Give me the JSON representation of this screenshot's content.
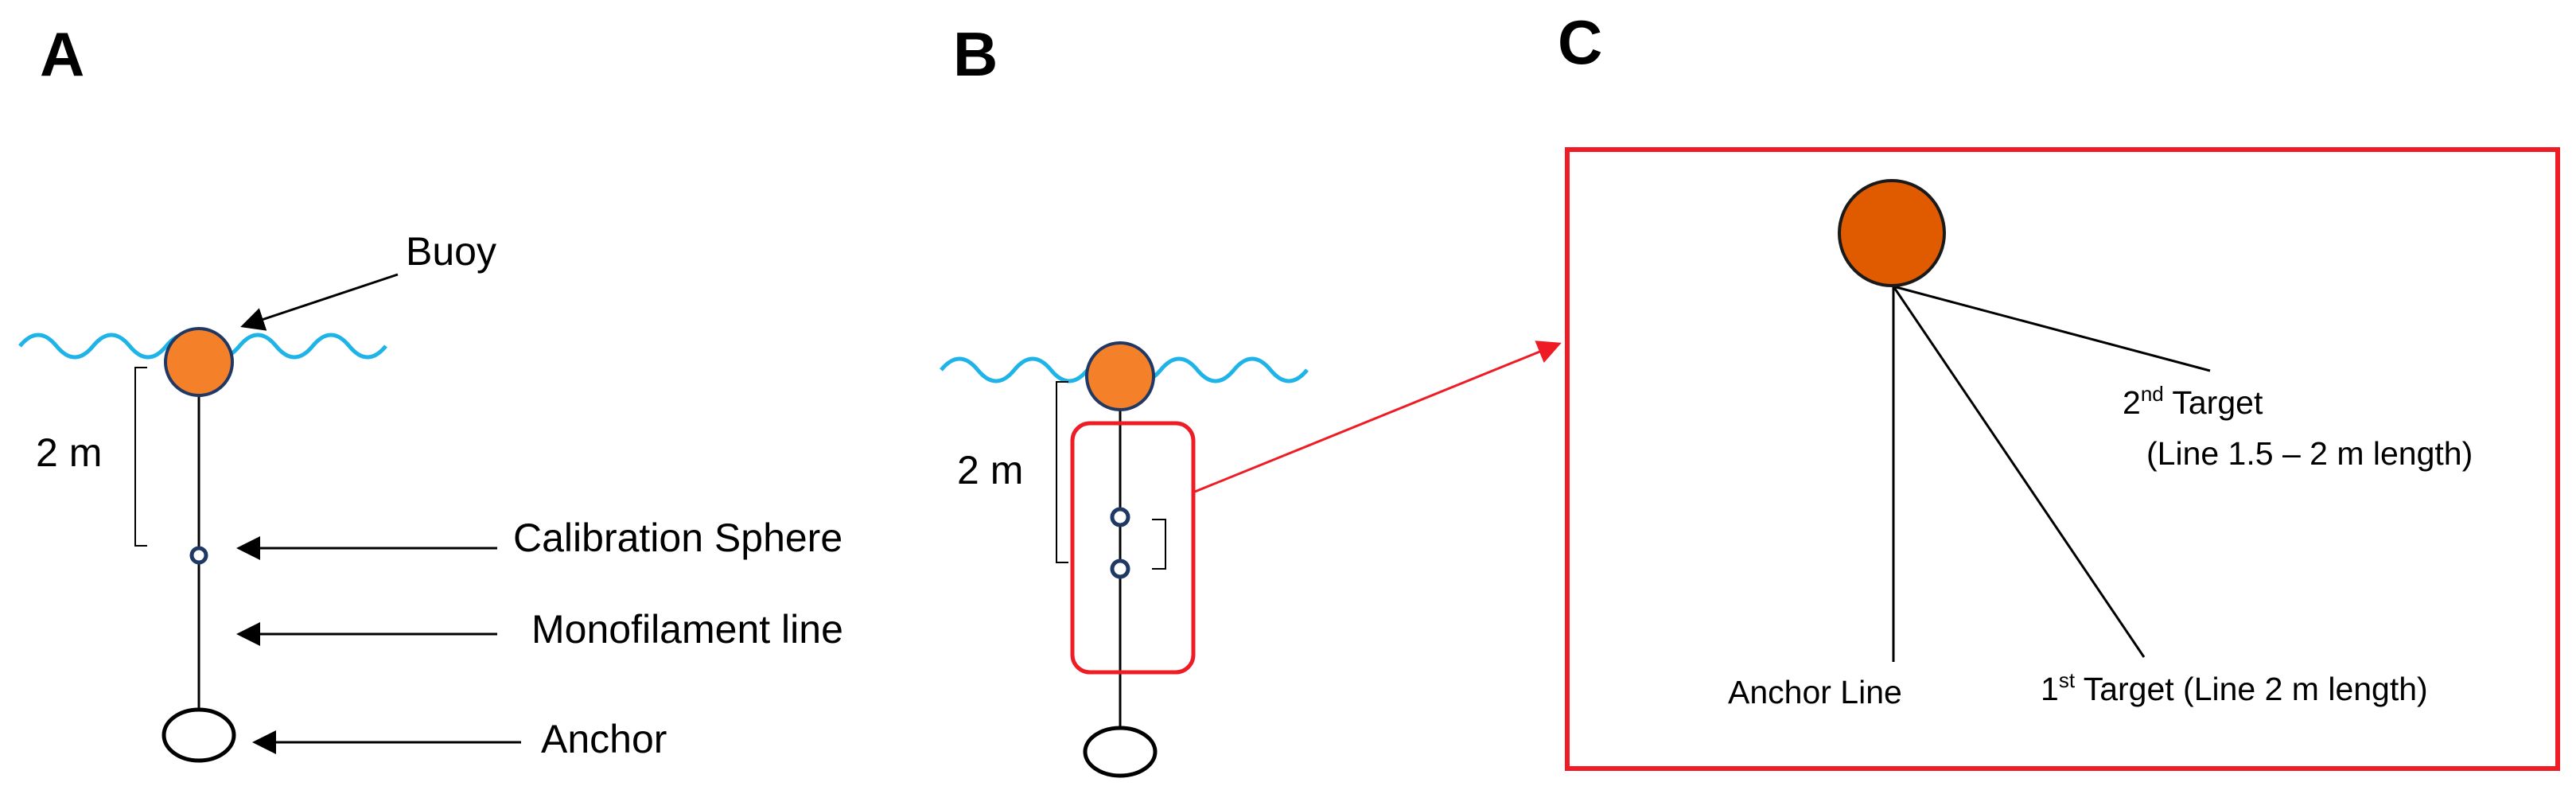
{
  "panels": {
    "a": {
      "letter": "A",
      "buoy_label": "Buoy",
      "depth_label": "2 m",
      "sphere_label": "Calibration Sphere",
      "line_label": "Monofilament line",
      "anchor_label": "Anchor"
    },
    "b": {
      "letter": "B",
      "depth_label": "2 m"
    },
    "c": {
      "letter": "C",
      "anchor_line_label": "Anchor Line",
      "target1": {
        "prefix": "1",
        "sup": "st",
        "rest": " Target (Line 2 m length)"
      },
      "target2": {
        "prefix": "2",
        "sup": "nd",
        "rest": " Target",
        "line2": "(Line 1.5 – 2 m length)"
      }
    }
  },
  "colors": {
    "water": "#1fb4e8",
    "buoy_a_b": "#f4802a",
    "buoy_c": "#e05a00",
    "outline": "#1f3864",
    "highlight": "#ee1c25",
    "line": "#000000"
  }
}
